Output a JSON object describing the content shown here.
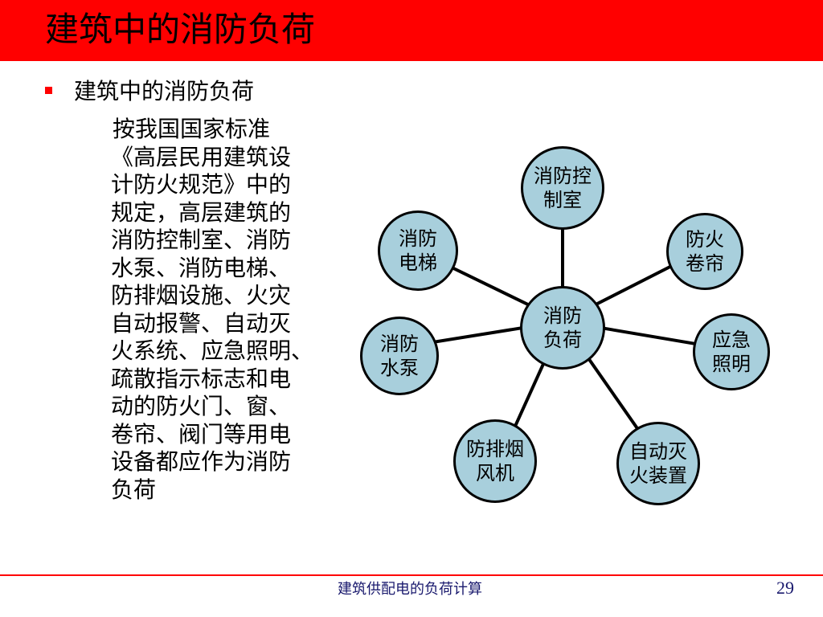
{
  "title": "建筑中的消防负荷",
  "bullet": "建筑中的消防负荷",
  "body_lines": [
    "按我国国家标准",
    "《高层民用建筑设",
    "计防火规范》中的",
    "规定，高层建筑的",
    "消防控制室、消防",
    "水泵、消防电梯、",
    "防排烟设施、火灾",
    "自动报警、自动灭",
    "火系统、应急照明、",
    "疏散指示标志和电",
    "动的防火门、窗、",
    "卷帘、阀门等用电",
    "设备都应作为消防",
    "负荷"
  ],
  "diagram": {
    "center": "消防\n负荷",
    "nodes": [
      "消防控\n制室",
      "防火\n卷帘",
      "应急\n照明",
      "自动灭\n火装置",
      "防排烟\n风机",
      "消防\n水泵",
      "消防\n电梯"
    ]
  },
  "footer": "建筑供配电的负荷计算",
  "page_number": "29",
  "colors": {
    "accent": "#ff0000",
    "node_fill": "#a8cfdc",
    "outline": "#000000"
  }
}
